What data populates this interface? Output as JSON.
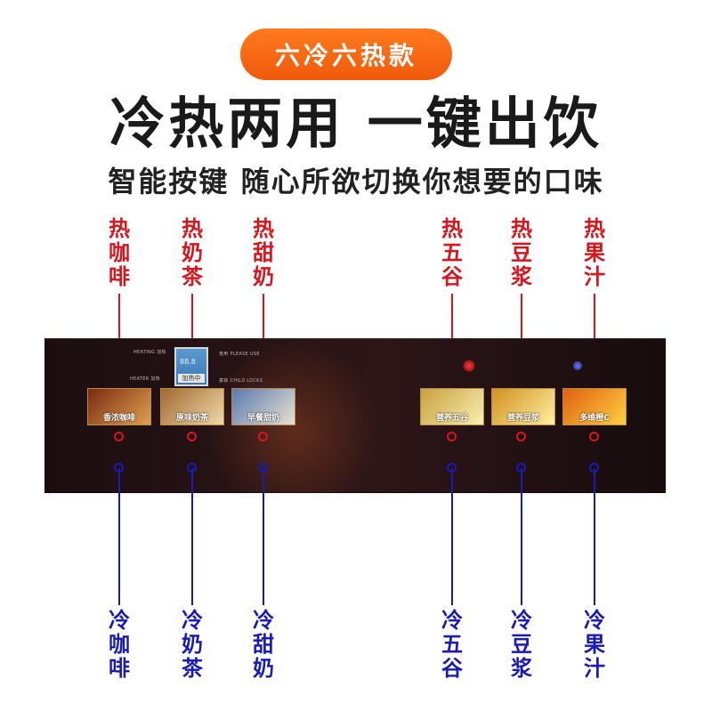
{
  "badge": "六冷六热款",
  "headline": "冷热两用 一键出饮",
  "subline": "智能按键 随心所欲切换你想要的口味",
  "panel": {
    "heating_text": "HEATING 加热",
    "please_use_text": "使用 PLEASE USE",
    "heater_text": "HEATER 加热",
    "child_lock_text": "童锁 CHILD LOCKS",
    "screen_value": "88.8",
    "screen_button": "加热中"
  },
  "products": [
    {
      "caption": "香浓咖啡",
      "color_a": "#7a2a10",
      "color_b": "#e0a050"
    },
    {
      "caption": "原味奶茶",
      "color_a": "#a06a30",
      "color_b": "#f0d8a8"
    },
    {
      "caption": "早餐甜奶",
      "color_a": "#5a7ab0",
      "color_b": "#e8e0d0"
    },
    {
      "caption": "营养五谷",
      "color_a": "#c8a040",
      "color_b": "#f8f0b0"
    },
    {
      "caption": "营养豆浆",
      "color_a": "#d09020",
      "color_b": "#fff0a0"
    },
    {
      "caption": "多维橙C",
      "color_a": "#e06010",
      "color_b": "#ffd040"
    }
  ],
  "hot_labels": [
    [
      "热",
      "咖",
      "啡"
    ],
    [
      "热",
      "奶",
      "茶"
    ],
    [
      "热",
      "甜",
      "奶"
    ],
    [
      "热",
      "五",
      "谷"
    ],
    [
      "热",
      "豆",
      "浆"
    ],
    [
      "热",
      "果",
      "汁"
    ]
  ],
  "cold_labels": [
    [
      "冷",
      "咖",
      "啡"
    ],
    [
      "冷",
      "奶",
      "茶"
    ],
    [
      "冷",
      "甜",
      "奶"
    ],
    [
      "冷",
      "五",
      "谷"
    ],
    [
      "冷",
      "豆",
      "浆"
    ],
    [
      "冷",
      "果",
      "汁"
    ]
  ],
  "colors": {
    "badge": "#f26a12",
    "hot": "#d8141c",
    "cold": "#1a1ab4",
    "panel": "#221214"
  }
}
